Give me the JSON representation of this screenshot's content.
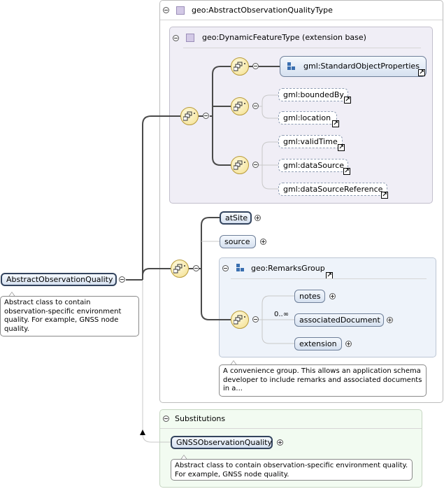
{
  "root": {
    "label": "AbstractObservationQuality",
    "note": "Abstract class to contain observation-specific environment quality. For example, GNSS node quality."
  },
  "outer_type": {
    "title": "geo:AbstractObservationQualityType"
  },
  "base_type": {
    "title": "geo:DynamicFeatureType (extension base)",
    "std_props": "gml:StandardObjectProperties",
    "group2": [
      "gml:boundedBy",
      "gml:location"
    ],
    "group3": [
      "gml:validTime",
      "gml:dataSource",
      "gml:dataSourceReference"
    ]
  },
  "sequence": {
    "items": [
      "atSite",
      "source"
    ],
    "remarks": {
      "title": "geo:RemarksGroup",
      "occurrence": "0..∞",
      "items": [
        "notes",
        "associatedDocument",
        "extension"
      ],
      "note": "A convenience group. This allows an application schema developer to include remarks and associated documents in a..."
    }
  },
  "substitutions": {
    "title": "Substitutions",
    "item": "GNSSObservationQuality",
    "note": "Abstract class to contain observation-specific environment quality. For example, GNSS node quality."
  },
  "colors": {
    "lavender_panel": "#f0eef6",
    "blue_panel": "#eef3fa",
    "green_panel": "#f2fbf1",
    "compositor": "#f3de8c",
    "element_fill": "#d6e1f0"
  },
  "icons": [
    "collapse-toggle-icon",
    "expand-toggle-icon",
    "complex-type-icon",
    "group-icon",
    "link-arrow-icon",
    "sequence-compositor-icon"
  ]
}
